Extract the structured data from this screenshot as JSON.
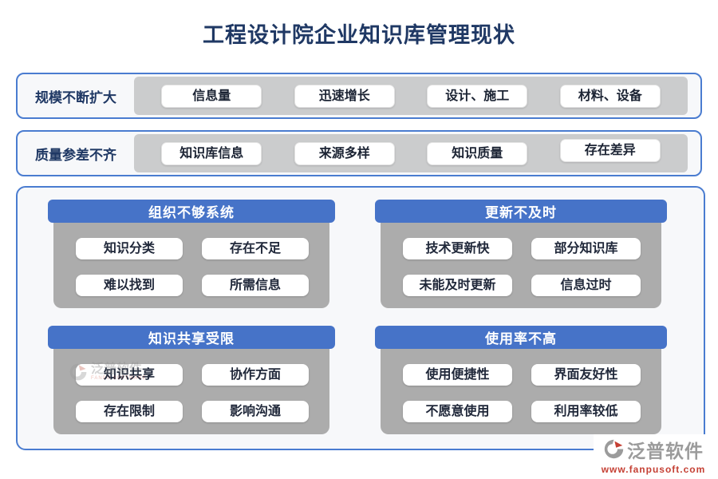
{
  "title": "工程设计院企业知识库管理现状",
  "rows": [
    {
      "label": "规模不断扩大",
      "items": [
        "信息量",
        "迅速增长",
        "设计、施工",
        "材料、设备"
      ]
    },
    {
      "label": "质量参差不齐",
      "items": [
        "知识库信息",
        "来源多样",
        "知识质量",
        "存在差异"
      ]
    }
  ],
  "cards": [
    {
      "header": "组织不够系统",
      "items": [
        "知识分类",
        "存在不足",
        "难以找到",
        "所需信息"
      ]
    },
    {
      "header": "更新不及时",
      "items": [
        "技术更新快",
        "部分知识库",
        "未能及时更新",
        "信息过时"
      ]
    },
    {
      "header": "知识共享受限",
      "items": [
        "知识共享",
        "协作方面",
        "存在限制",
        "影响沟通"
      ]
    },
    {
      "header": "使用率不高",
      "items": [
        "使用便捷性",
        "界面友好性",
        "不愿意使用",
        "利用率较低"
      ]
    }
  ],
  "watermark": {
    "name": "泛普软件",
    "subtext": "FANPU SOFTWARE"
  },
  "logo": {
    "name": "泛普软件",
    "url": "www.fanpusoft.com"
  },
  "colors": {
    "title_navy": "#1F3864",
    "header_blue": "#4673C8",
    "border_blue": "#4A7CD0",
    "row_bar_gray": "#CBCCCD",
    "card_body_gray": "#ACACAC",
    "logo_gray": "#9B9B9B",
    "logo_url_red": "#C54034"
  }
}
